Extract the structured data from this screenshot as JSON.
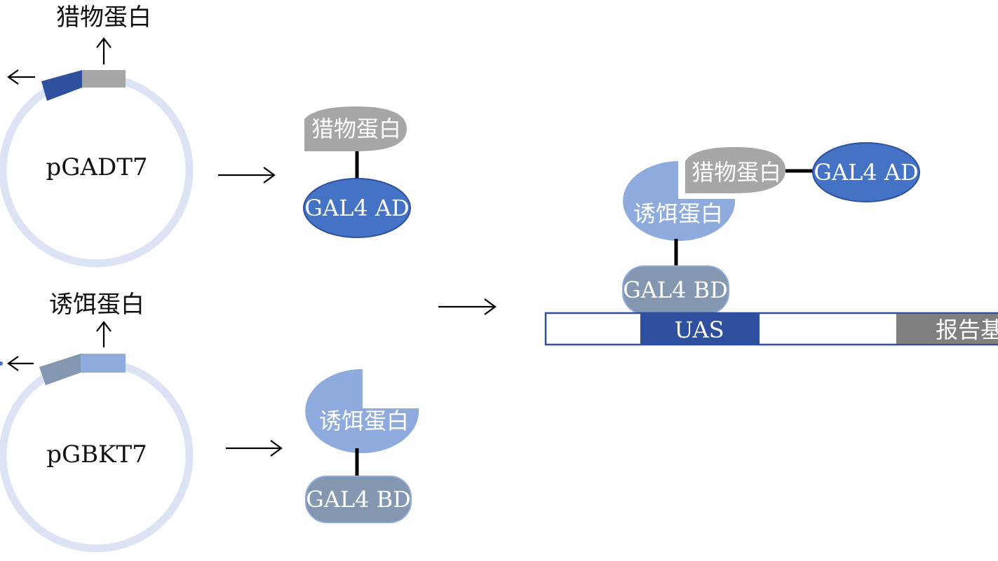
{
  "plasmid_top": {
    "name": "pGADT7",
    "insert_label": "猎物蛋白"
  },
  "plasmid_bottom": {
    "name": "pGBKT7",
    "insert_label": "诱饵蛋白"
  },
  "fusion_prey": {
    "protein_label": "猎物蛋白",
    "domain_label": "GAL4 AD"
  },
  "fusion_bait": {
    "protein_label": "诱饵蛋白",
    "domain_label": "GAL4 BD"
  },
  "complex": {
    "bait_label": "诱饵蛋白",
    "prey_label": "猎物蛋白",
    "ad_label": "GAL4 AD",
    "bd_label": "GAL4 BD",
    "uas_label": "UAS",
    "reporter_label": "报告基因"
  },
  "colors": {
    "plasmid_ring": "#dbe3f5",
    "dark_blue": "#2f4f9f",
    "gal4_ad_fill": "#4472c4",
    "gray": "#a6a6a6",
    "bait_fill": "#8faadc",
    "gal4_bd_fill": "#8497b0",
    "reporter_fill": "#7f7f7f"
  }
}
